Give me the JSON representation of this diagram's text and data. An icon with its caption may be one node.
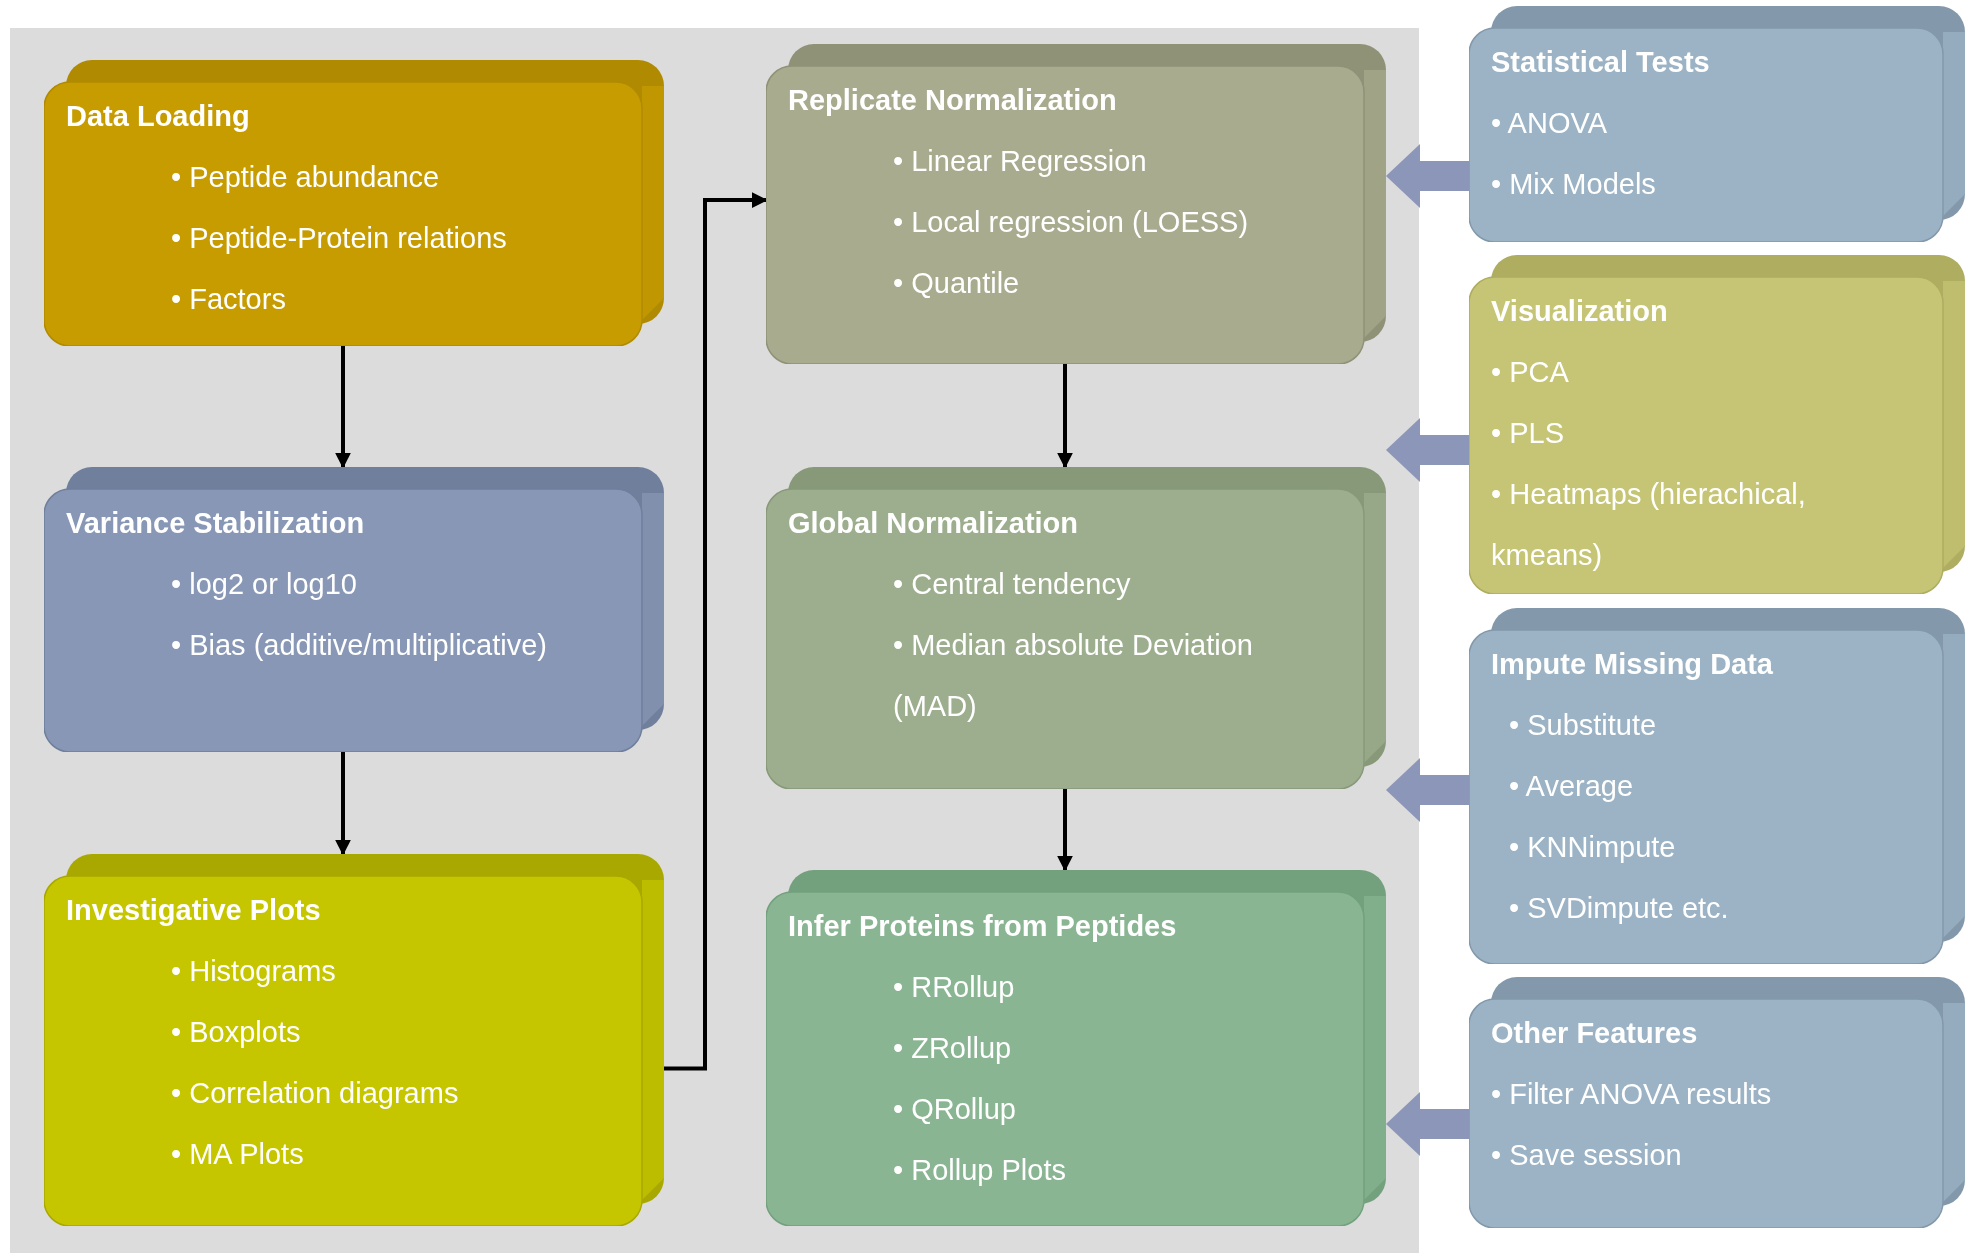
{
  "diagram": {
    "nodes": [
      {
        "text": [
          "Data Loading",
          "• Peptide abundance",
          "• Peptide-Protein relations",
          "• Factors"
        ]
      },
      {
        "text": [
          "Variance Stabilization",
          "• log2 or log10",
          "• Bias (additive/multiplicative)"
        ]
      },
      {
        "text": [
          "Investigative Plots",
          "• Histograms",
          "• Boxplots",
          "• Correlation diagrams",
          "• MA Plots"
        ]
      },
      {
        "text": [
          "Replicate Normalization",
          "• Linear Regression",
          "• Local regression (LOESS)",
          "• Quantile"
        ]
      },
      {
        "text": [
          "Global Normalization",
          "• Central tendency",
          "• Median absolute Deviation (MAD)"
        ]
      },
      {
        "text": [
          "Infer Proteins from Peptides",
          "• RRollup",
          "• ZRollup",
          "• QRollup",
          "• Rollup Plots"
        ]
      },
      {
        "text": [
          "Statistical Tests",
          "•  ANOVA",
          "• Mix Models"
        ]
      },
      {
        "text": [
          "Visualization",
          "• PCA",
          "• PLS",
          "• Heatmaps (hierachical, kmeans)"
        ]
      },
      {
        "text": [
          "Impute Missing Data",
          "• Substitute",
          "• Average",
          "• KNNimpute",
          "• SVDimpute etc."
        ]
      },
      {
        "text": [
          "Other Features",
          "• Filter ANOVA results",
          "• Save session"
        ]
      }
    ],
    "edges": [
      {
        "from": 0,
        "to": 1,
        "arrow": "to"
      },
      {
        "from": 1,
        "to": 2,
        "arrow": "to"
      },
      {
        "from": 2,
        "to": 3,
        "arrow": "to"
      },
      {
        "from": 3,
        "to": 4,
        "arrow": "to"
      },
      {
        "from": 4,
        "to": 5,
        "arrow": "to"
      },
      {
        "from": 6,
        "to": 3,
        "arrow": "to",
        "style": "thick",
        "color": "#8c96b8"
      },
      {
        "from": 7,
        "to": 4,
        "arrow": "to",
        "style": "thick",
        "color": "#8c96b8"
      },
      {
        "from": 8,
        "to": 4,
        "arrow": "to",
        "style": "thick",
        "color": "#8c96b8"
      },
      {
        "from": 9,
        "to": 5,
        "arrow": "to",
        "style": "thick",
        "color": "#8c96b8"
      }
    ]
  }
}
